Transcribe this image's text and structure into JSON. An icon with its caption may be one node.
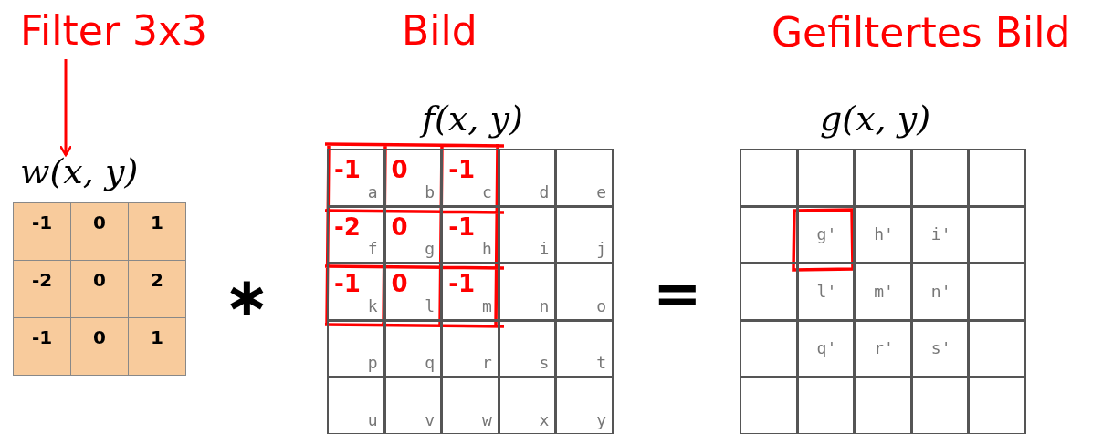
{
  "diagram": {
    "nodes": [
      {
        "text": [
          "Filter 3x3"
        ]
      },
      {
        "text": [
          "w(x, y)"
        ]
      }
    ],
    "edges": [
      {
        "from": 0,
        "to": 1,
        "arrow": "to",
        "color": "#ff0000"
      }
    ],
    "labels": [
      "Bild",
      "Gefiltertes Bild",
      "f(x, y)",
      "g(x, y)",
      "-1",
      "0",
      "1",
      "-2",
      "0",
      "2",
      "-1",
      "0",
      "1",
      "∗",
      "a",
      "b",
      "c",
      "d",
      "e",
      "f",
      "g",
      "h",
      "i",
      "j",
      "k",
      "l",
      "m",
      "n",
      "o",
      "p",
      "q",
      "r",
      "s",
      "t",
      "u",
      "v",
      "w",
      "x",
      "y",
      "-1",
      "0",
      "-1",
      "-2",
      "0",
      "-1",
      "-1",
      "0",
      "-1",
      "=",
      "g'",
      "h'",
      "i'",
      "l'",
      "m'",
      "n'",
      "q'",
      "r'",
      "s'"
    ]
  }
}
